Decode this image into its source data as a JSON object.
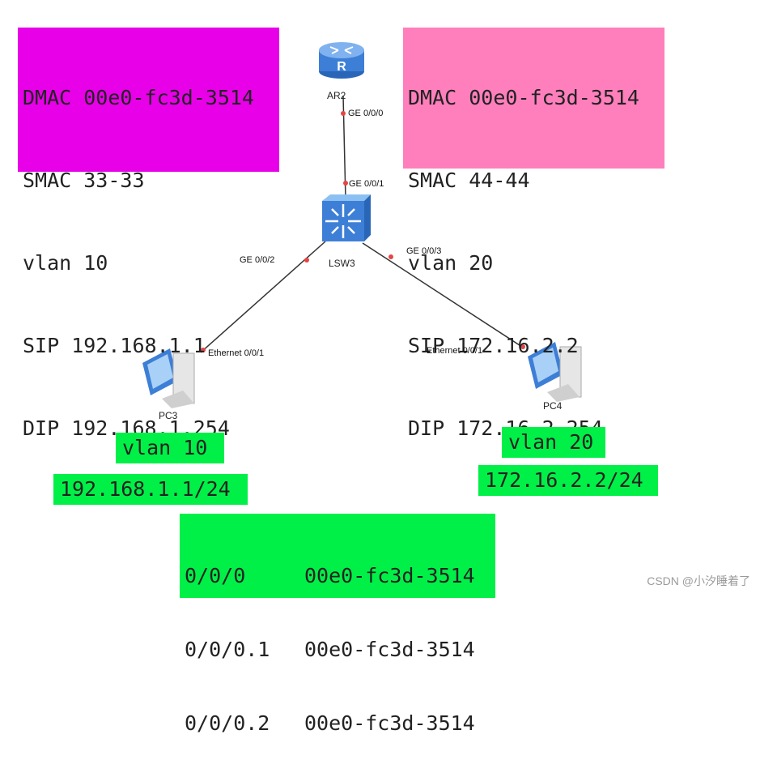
{
  "frame_left": {
    "dmac": "DMAC 00e0-fc3d-3514",
    "smac": "SMAC 33-33",
    "vlan": "vlan 10",
    "sip": "SIP 192.168.1.1",
    "dip": "DIP 192.168.1.254",
    "color": "#e800e8"
  },
  "frame_right": {
    "dmac": "DMAC 00e0-fc3d-3514",
    "smac": "SMAC 44-44",
    "vlan": "vlan 20",
    "sip": "SIP 172.16.2.2",
    "dip": "DIP 172.16.2.254",
    "color": "#ff7fbd"
  },
  "devices": {
    "router": {
      "name": "AR2",
      "port_down": "GE 0/0/0"
    },
    "switch": {
      "name": "LSW3",
      "port_up": "GE 0/0/1",
      "port_left": "GE 0/0/2",
      "port_right": "GE 0/0/3"
    },
    "pc3": {
      "name": "PC3",
      "port": "Ethernet 0/0/1",
      "vlan": "vlan 10",
      "ip": "192.168.1.1/24"
    },
    "pc4": {
      "name": "PC4",
      "port": "Ethernet 0/0/1",
      "vlan": "vlan 20",
      "ip": "172.16.2.2/24"
    }
  },
  "mac_table": [
    {
      "port": "0/0/0",
      "mac": "00e0-fc3d-3514"
    },
    {
      "port": "0/0/0.1",
      "mac": "00e0-fc3d-3514"
    },
    {
      "port": "0/0/0.2",
      "mac": "00e0-fc3d-3514"
    }
  ],
  "colors": {
    "highlight_green": "#00f047",
    "link": "#333333",
    "port_dot": "#e64545",
    "device_blue": "#3d7fd6"
  },
  "icons": [
    "router-icon",
    "switch-icon",
    "pc-icon"
  ],
  "watermark": "CSDN @小汐睡着了"
}
